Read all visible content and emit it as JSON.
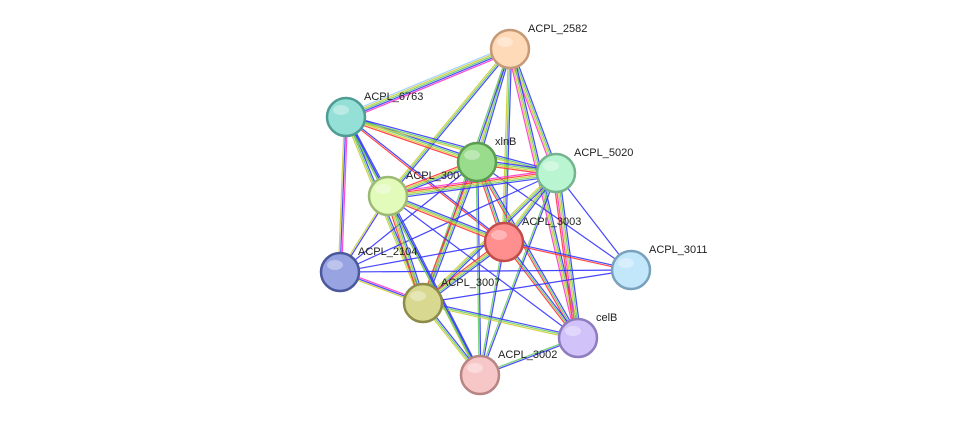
{
  "network": {
    "nodes": [
      {
        "id": "ACPL_2582",
        "label": "ACPL_2582",
        "color": "#ffdab8",
        "border": "#c49a78"
      },
      {
        "id": "ACPL_6763",
        "label": "ACPL_6763",
        "color": "#94e0d6",
        "border": "#4e9c94"
      },
      {
        "id": "xlnB",
        "label": "xlnB",
        "color": "#98dc8c",
        "border": "#5a9c50"
      },
      {
        "id": "ACPL_5020",
        "label": "ACPL_5020",
        "color": "#baf5d2",
        "border": "#74b48e"
      },
      {
        "id": "ACPL_3004",
        "label": "ACPL_300",
        "color": "#e2faba",
        "border": "#9cba74"
      },
      {
        "id": "ACPL_3003",
        "label": "ACPL_3003",
        "color": "#ff8e8e",
        "border": "#c24c4c"
      },
      {
        "id": "ACPL_2104",
        "label": "ACPL_2104",
        "color": "#98a4e2",
        "border": "#4c589c"
      },
      {
        "id": "ACPL_3011",
        "label": "ACPL_3011",
        "color": "#c2e6fa",
        "border": "#78a2bc"
      },
      {
        "id": "ACPL_3007",
        "label": "ACPL_3007",
        "color": "#d8d890",
        "border": "#8c8c48"
      },
      {
        "id": "celB",
        "label": "celB",
        "color": "#d2c2fa",
        "border": "#8e7cbe"
      },
      {
        "id": "ACPL_3002",
        "label": "ACPL_3002",
        "color": "#f7c6c6",
        "border": "#b88484"
      }
    ],
    "edges": [
      {
        "source": "ACPL_2582",
        "target": "ACPL_6763",
        "colors": [
          "#ff33cc",
          "#3333ff",
          "#66cc66",
          "#cccc33",
          "#99ccff"
        ]
      },
      {
        "source": "ACPL_2582",
        "target": "xlnB",
        "colors": [
          "#3333ff",
          "#66cc66",
          "#cccc33"
        ]
      },
      {
        "source": "ACPL_2582",
        "target": "ACPL_5020",
        "colors": [
          "#3333ff",
          "#66cc66",
          "#cccc33",
          "#ff33cc"
        ]
      },
      {
        "source": "ACPL_2582",
        "target": "ACPL_3004",
        "colors": [
          "#3333ff",
          "#66cc66",
          "#cccc33"
        ]
      },
      {
        "source": "ACPL_2582",
        "target": "ACPL_3003",
        "colors": [
          "#3333ff",
          "#66cc66",
          "#cccc33"
        ]
      },
      {
        "source": "ACPL_2582",
        "target": "ACPL_3007",
        "colors": [
          "#3333ff",
          "#66cc66"
        ]
      },
      {
        "source": "ACPL_2582",
        "target": "celB",
        "colors": [
          "#3333ff",
          "#66cc66",
          "#cccc33",
          "#ff33cc"
        ]
      },
      {
        "source": "ACPL_6763",
        "target": "xlnB",
        "colors": [
          "#3333ff",
          "#66cc66",
          "#cccc33",
          "#ff3333"
        ]
      },
      {
        "source": "ACPL_6763",
        "target": "ACPL_5020",
        "colors": [
          "#3333ff",
          "#66cc66",
          "#cccc33"
        ]
      },
      {
        "source": "ACPL_6763",
        "target": "ACPL_3004",
        "colors": [
          "#3333ff",
          "#66cc66",
          "#cccc33"
        ]
      },
      {
        "source": "ACPL_6763",
        "target": "ACPL_3003",
        "colors": [
          "#3333ff",
          "#ff3333"
        ]
      },
      {
        "source": "ACPL_6763",
        "target": "ACPL_2104",
        "colors": [
          "#ff33cc",
          "#3333ff",
          "#cccc33"
        ]
      },
      {
        "source": "ACPL_6763",
        "target": "ACPL_3007",
        "colors": [
          "#3333ff",
          "#66cc66",
          "#cccc33"
        ]
      },
      {
        "source": "xlnB",
        "target": "ACPL_5020",
        "colors": [
          "#3333ff",
          "#66cc66",
          "#cccc33",
          "#ff3333"
        ]
      },
      {
        "source": "xlnB",
        "target": "ACPL_3004",
        "colors": [
          "#3333ff",
          "#66cc66",
          "#cccc33",
          "#ff3333"
        ]
      },
      {
        "source": "xlnB",
        "target": "ACPL_3003",
        "colors": [
          "#3333ff",
          "#66cc66",
          "#ff3333"
        ]
      },
      {
        "source": "xlnB",
        "target": "ACPL_2104",
        "colors": [
          "#3333ff"
        ]
      },
      {
        "source": "xlnB",
        "target": "ACPL_3007",
        "colors": [
          "#3333ff",
          "#66cc66",
          "#cccc33",
          "#ff3333"
        ]
      },
      {
        "source": "xlnB",
        "target": "celB",
        "colors": [
          "#3333ff",
          "#66cc66",
          "#ff3333"
        ]
      },
      {
        "source": "xlnB",
        "target": "ACPL_3002",
        "colors": [
          "#3333ff",
          "#66cc66"
        ]
      },
      {
        "source": "xlnB",
        "target": "ACPL_3011",
        "colors": [
          "#3333ff"
        ]
      },
      {
        "source": "ACPL_5020",
        "target": "ACPL_3004",
        "colors": [
          "#3333ff",
          "#66cc66",
          "#cccc33",
          "#ff3333",
          "#ff33cc"
        ]
      },
      {
        "source": "ACPL_5020",
        "target": "ACPL_3003",
        "colors": [
          "#3333ff",
          "#66cc66",
          "#cccc33"
        ]
      },
      {
        "source": "ACPL_5020",
        "target": "ACPL_2104",
        "colors": [
          "#3333ff"
        ]
      },
      {
        "source": "ACPL_5020",
        "target": "ACPL_3007",
        "colors": [
          "#3333ff",
          "#66cc66",
          "#cccc33"
        ]
      },
      {
        "source": "ACPL_5020",
        "target": "celB",
        "colors": [
          "#3333ff",
          "#66cc66",
          "#cccc33",
          "#ff33cc",
          "#ff3333"
        ]
      },
      {
        "source": "ACPL_5020",
        "target": "ACPL_3002",
        "colors": [
          "#3333ff",
          "#66cc66"
        ]
      },
      {
        "source": "ACPL_5020",
        "target": "ACPL_3011",
        "colors": [
          "#3333ff"
        ]
      },
      {
        "source": "ACPL_3004",
        "target": "ACPL_3003",
        "colors": [
          "#3333ff",
          "#66cc66",
          "#cccc33",
          "#ff3333"
        ]
      },
      {
        "source": "ACPL_3004",
        "target": "ACPL_2104",
        "colors": [
          "#3333ff",
          "#cccc33"
        ]
      },
      {
        "source": "ACPL_3004",
        "target": "ACPL_3007",
        "colors": [
          "#3333ff",
          "#66cc66",
          "#cccc33",
          "#ff3333"
        ]
      },
      {
        "source": "ACPL_3004",
        "target": "ACPL_3002",
        "colors": [
          "#3333ff",
          "#66cc66",
          "#cccc33"
        ]
      },
      {
        "source": "ACPL_3004",
        "target": "celB",
        "colors": [
          "#3333ff"
        ]
      },
      {
        "source": "ACPL_3003",
        "target": "ACPL_3007",
        "colors": [
          "#3333ff",
          "#66cc66",
          "#cccc33",
          "#ff3333"
        ]
      },
      {
        "source": "ACPL_3003",
        "target": "celB",
        "colors": [
          "#3333ff",
          "#66cc66",
          "#ff3333"
        ]
      },
      {
        "source": "ACPL_3003",
        "target": "ACPL_3002",
        "colors": [
          "#3333ff",
          "#66cc66"
        ]
      },
      {
        "source": "ACPL_3003",
        "target": "ACPL_3011",
        "colors": [
          "#3333ff",
          "#ff3333"
        ]
      },
      {
        "source": "ACPL_3003",
        "target": "ACPL_2104",
        "colors": [
          "#3333ff"
        ]
      },
      {
        "source": "ACPL_2104",
        "target": "ACPL_3007",
        "colors": [
          "#ff33cc",
          "#3333ff",
          "#cccc33"
        ]
      },
      {
        "source": "ACPL_2104",
        "target": "ACPL_3011",
        "colors": [
          "#3333ff"
        ]
      },
      {
        "source": "ACPL_3007",
        "target": "celB",
        "colors": [
          "#3333ff",
          "#66cc66",
          "#cccc33"
        ]
      },
      {
        "source": "ACPL_3007",
        "target": "ACPL_3002",
        "colors": [
          "#3333ff",
          "#66cc66",
          "#cccc33"
        ]
      },
      {
        "source": "ACPL_3007",
        "target": "ACPL_3011",
        "colors": [
          "#3333ff"
        ]
      },
      {
        "source": "ACPL_6763",
        "target": "ACPL_3002",
        "colors": [
          "#3333ff",
          "#66cc66"
        ]
      },
      {
        "source": "celB",
        "target": "ACPL_3002",
        "colors": [
          "#3333ff",
          "#66cc66"
        ]
      }
    ]
  }
}
